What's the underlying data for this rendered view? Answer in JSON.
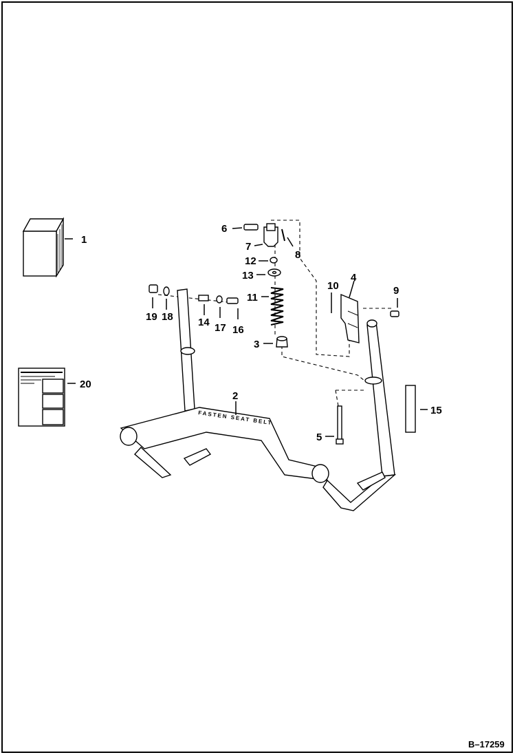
{
  "diagram": {
    "callouts": {
      "c1": "1",
      "c2": "2",
      "c3": "3",
      "c4": "4",
      "c5": "5",
      "c6": "6",
      "c7": "7",
      "c8": "8",
      "c9": "9",
      "c10": "10",
      "c11": "11",
      "c12": "12",
      "c13": "13",
      "c14": "14",
      "c15": "15",
      "c16": "16",
      "c17": "17",
      "c18": "18",
      "c19": "19",
      "c20": "20"
    },
    "bar_label": "FASTEN SEAT BELT",
    "reference_number": "B–17259"
  }
}
